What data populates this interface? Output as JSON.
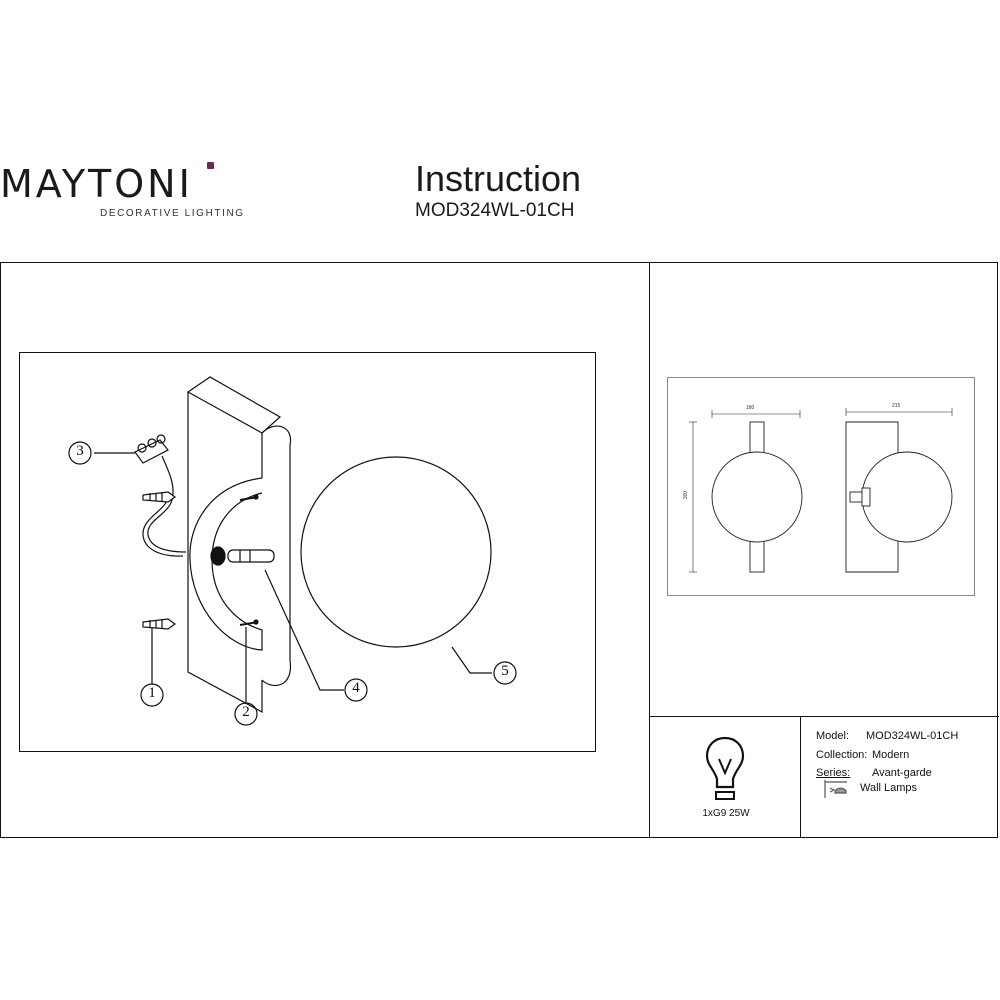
{
  "brand": {
    "name": "MAYTONI",
    "tagline": "DECORATIVE LIGHTING",
    "accent_color": "#6b2a55"
  },
  "header": {
    "title": "Instruction",
    "model_code": "MOD324WL-01CH"
  },
  "assembly": {
    "callouts": [
      "1",
      "2",
      "3",
      "4",
      "5"
    ]
  },
  "dimensions": {
    "front_width": "180",
    "side_width": "215",
    "height": "300"
  },
  "bulb": {
    "icon": "light-bulb-icon",
    "label": "1xG9 25W"
  },
  "specs": {
    "model_label": "Model:",
    "model_value": "MOD324WL-01CH",
    "collection_label": "Collection:",
    "collection_value": "Modern",
    "series_label": "Series:",
    "series_value": "Avant-garde",
    "type_icon": "wall-lamp-icon",
    "type_value": "Wall Lamps"
  }
}
